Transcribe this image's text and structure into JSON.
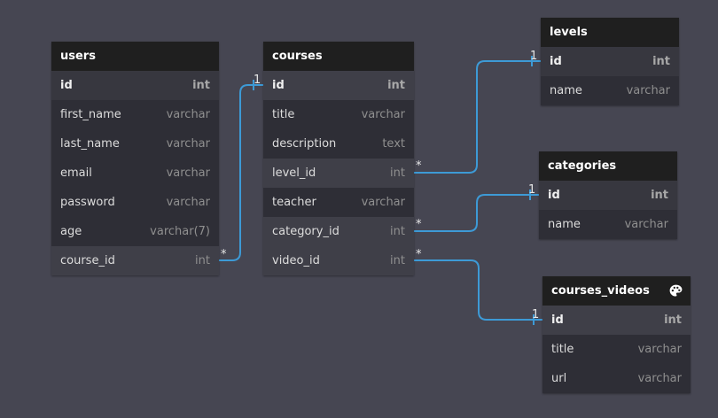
{
  "tables": {
    "users": {
      "title": "users",
      "rows": [
        {
          "name": "id",
          "type": "int"
        },
        {
          "name": "first_name",
          "type": "varchar"
        },
        {
          "name": "last_name",
          "type": "varchar"
        },
        {
          "name": "email",
          "type": "varchar"
        },
        {
          "name": "password",
          "type": "varchar"
        },
        {
          "name": "age",
          "type": "varchar(7)"
        },
        {
          "name": "course_id",
          "type": "int"
        }
      ]
    },
    "courses": {
      "title": "courses",
      "rows": [
        {
          "name": "id",
          "type": "int"
        },
        {
          "name": "title",
          "type": "varchar"
        },
        {
          "name": "description",
          "type": "text"
        },
        {
          "name": "level_id",
          "type": "int"
        },
        {
          "name": "teacher",
          "type": "varchar"
        },
        {
          "name": "category_id",
          "type": "int"
        },
        {
          "name": "video_id",
          "type": "int"
        }
      ]
    },
    "levels": {
      "title": "levels",
      "rows": [
        {
          "name": "id",
          "type": "int"
        },
        {
          "name": "name",
          "type": "varchar"
        }
      ]
    },
    "categories": {
      "title": "categories",
      "rows": [
        {
          "name": "id",
          "type": "int"
        },
        {
          "name": "name",
          "type": "varchar"
        }
      ]
    },
    "courses_videos": {
      "title": "courses_videos",
      "rows": [
        {
          "name": "id",
          "type": "int"
        },
        {
          "name": "title",
          "type": "varchar"
        },
        {
          "name": "url",
          "type": "varchar"
        }
      ]
    }
  },
  "relations": [
    {
      "from": "users.course_id",
      "to": "courses.id",
      "from_cardinality": "*",
      "to_cardinality": "1"
    },
    {
      "from": "courses.level_id",
      "to": "levels.id",
      "from_cardinality": "*",
      "to_cardinality": "1"
    },
    {
      "from": "courses.category_id",
      "to": "categories.id",
      "from_cardinality": "*",
      "to_cardinality": "1"
    },
    {
      "from": "courses.video_id",
      "to": "courses_videos.id",
      "from_cardinality": "*",
      "to_cardinality": "1"
    }
  ],
  "icons": {
    "courses_videos_header": "palette-icon"
  },
  "colors": {
    "background": "#464652",
    "header": "#1f1f1f",
    "relation_line": "#3d9ad6"
  }
}
